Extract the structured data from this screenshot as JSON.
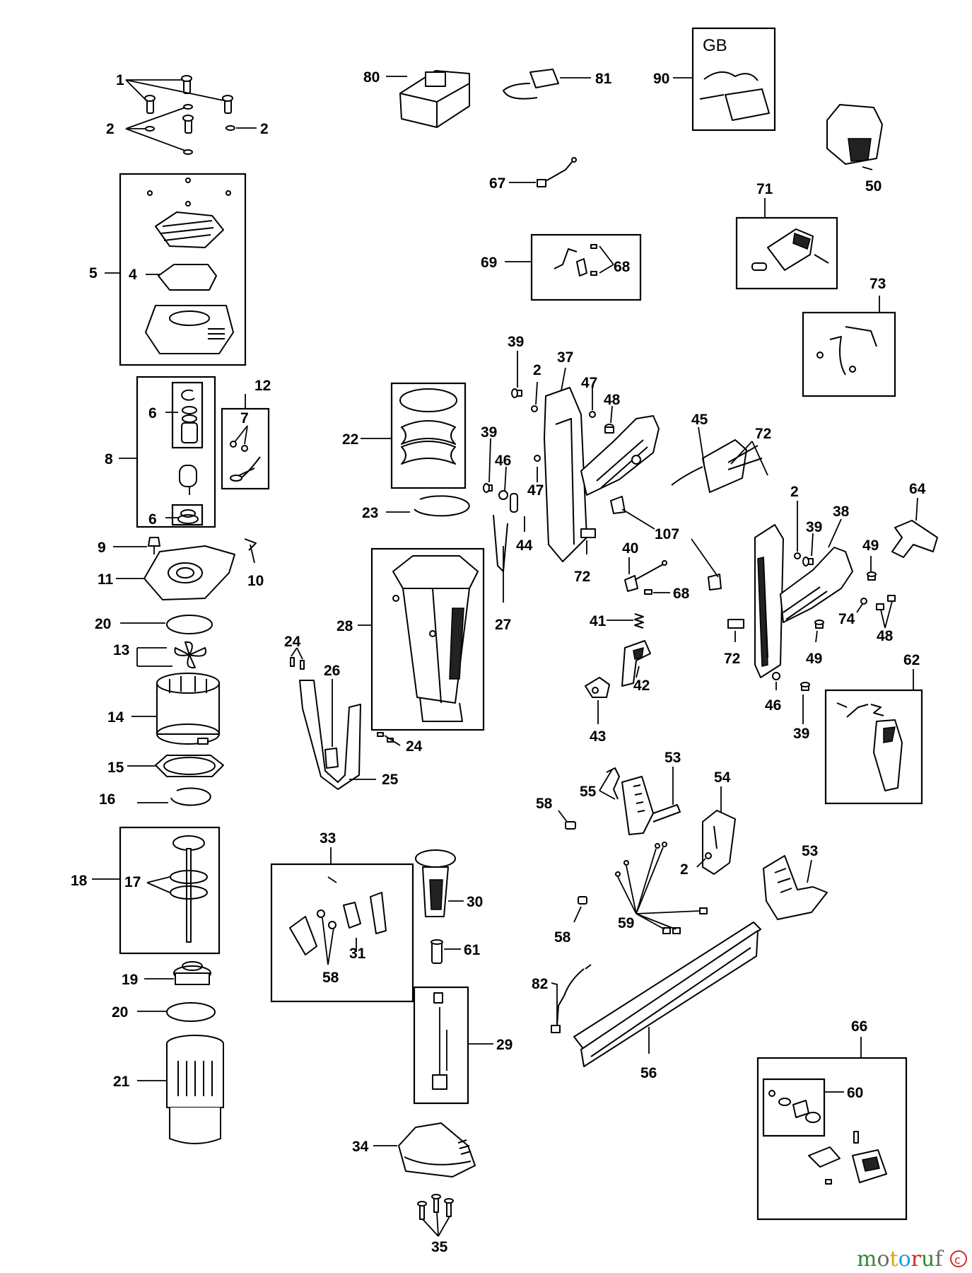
{
  "diagram": {
    "labels": [
      "1",
      "2",
      "2",
      "4",
      "5",
      "6",
      "6",
      "7",
      "8",
      "9",
      "10",
      "11",
      "12",
      "13",
      "14",
      "15",
      "16",
      "17",
      "18",
      "19",
      "20",
      "20",
      "21",
      "22",
      "23",
      "24",
      "24",
      "25",
      "26",
      "27",
      "28",
      "29",
      "30",
      "31",
      "33",
      "34",
      "35",
      "58",
      "80",
      "81",
      "90",
      "67",
      "69",
      "68",
      "50",
      "71",
      "73",
      "39",
      "2",
      "37",
      "47",
      "48",
      "39",
      "46",
      "47",
      "44",
      "45",
      "72",
      "72",
      "107",
      "40",
      "68",
      "41",
      "42",
      "43",
      "2",
      "39",
      "38",
      "64",
      "49",
      "74",
      "48",
      "72",
      "49",
      "46",
      "39",
      "62",
      "53",
      "54",
      "55",
      "58",
      "2",
      "53",
      "58",
      "59",
      "82",
      "56",
      "66",
      "61",
      "60"
    ],
    "region_tag": "GB"
  },
  "watermark": {
    "text": "motoruf",
    "suffix": "c",
    "colors": [
      "#2f8b2f",
      "#6a6a6a",
      "#d9a400",
      "#1e9be0",
      "#d62828"
    ]
  }
}
